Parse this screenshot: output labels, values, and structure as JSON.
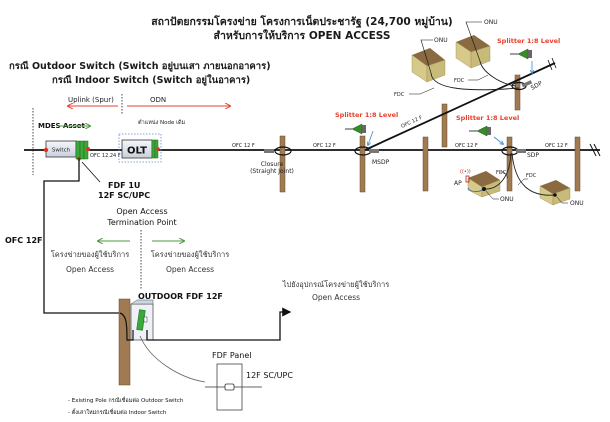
{
  "title": {
    "line1": "สถาปัตยกรรมโครงข่าย โครงการเน็ตประชารัฐ (24,700 หมู่บ้าน)",
    "line2": "สำหรับการให้บริการ OPEN ACCESS"
  },
  "cases": {
    "outdoor": "กรณี Outdoor Switch (Switch อยู่บนเสา ภายนอกอาคาร)",
    "indoor": "กรณี Indoor Switch (Switch อยู่ในอาคาร)"
  },
  "segments": {
    "uplink": "Uplink (Spur)",
    "odn": "ODN"
  },
  "colors": {
    "red_arrow": "#e8402c",
    "green_arrow": "#4a9a3a",
    "pole": "#a07a50",
    "device_green": "#3aa83a",
    "house_wall": "#d7c98a",
    "house_roof": "#8a6a40",
    "splitter_blue": "#3a8ad8"
  },
  "nodes": {
    "mdes_asset": "MDES Asset",
    "switch": "Switch",
    "olt": "OLT",
    "node_position": "ตำแหน่ง Node เดิม",
    "ofc_12_24": "OFC 12,24 F",
    "fdf_1u": "FDF 1U",
    "fdf_1u_spec": "12F SC/UPC",
    "closure": "Closure",
    "closure_sub": "(Straight Joint)",
    "msdp": "MSDP",
    "sdp_top": "SDP",
    "sdp_bottom": "SDP",
    "ofc_12f_1": "OFC 12 F",
    "ofc_12f_2": "OFC 12 F",
    "ofc_12f_3": "OFC 12 F",
    "ofc_12f_4": "OFC 12 F",
    "ofc_12f_diag": "OFC 12 F",
    "splitter_1": "Splitter 1:8 Level",
    "splitter_2": "Splitter 1:8 Level",
    "splitter_3": "Splitter 1:8 Level",
    "onu_1": "ONU",
    "onu_2": "ONU",
    "onu_3": "ONU",
    "onu_4": "ONU",
    "fdc_1": "FDC",
    "fdc_2": "FDC",
    "fdc_3": "FDC",
    "fdc_4": "FDC",
    "ap": "AP",
    "wifi": "((•))"
  },
  "termination": {
    "ofc_12f": "OFC 12F",
    "title1": "Open Access",
    "title2": "Termination Point",
    "left_line1": "โครงข่ายของผู้ใช้บริการ",
    "left_line2": "Open Access",
    "right_line1": "โครงข่ายของผู้ใช้บริการ",
    "right_line2": "Open Access",
    "outdoor_fdf": "OUTDOOR FDF 12F",
    "to_equipment1": "ไปยังอุปกรณ์โครงข่ายผู้ใช้บริการ",
    "to_equipment2": "Open Access",
    "fdf_panel": "FDF Panel",
    "fdf_panel_spec": "12F SC/UPC",
    "note1": "- Existing Pole กรณีเชื่อมต่อ Outdoor Switch",
    "note2": "- ตั้งเสาใหม่กรณีเชื่อมต่อ Indoor Switch"
  }
}
